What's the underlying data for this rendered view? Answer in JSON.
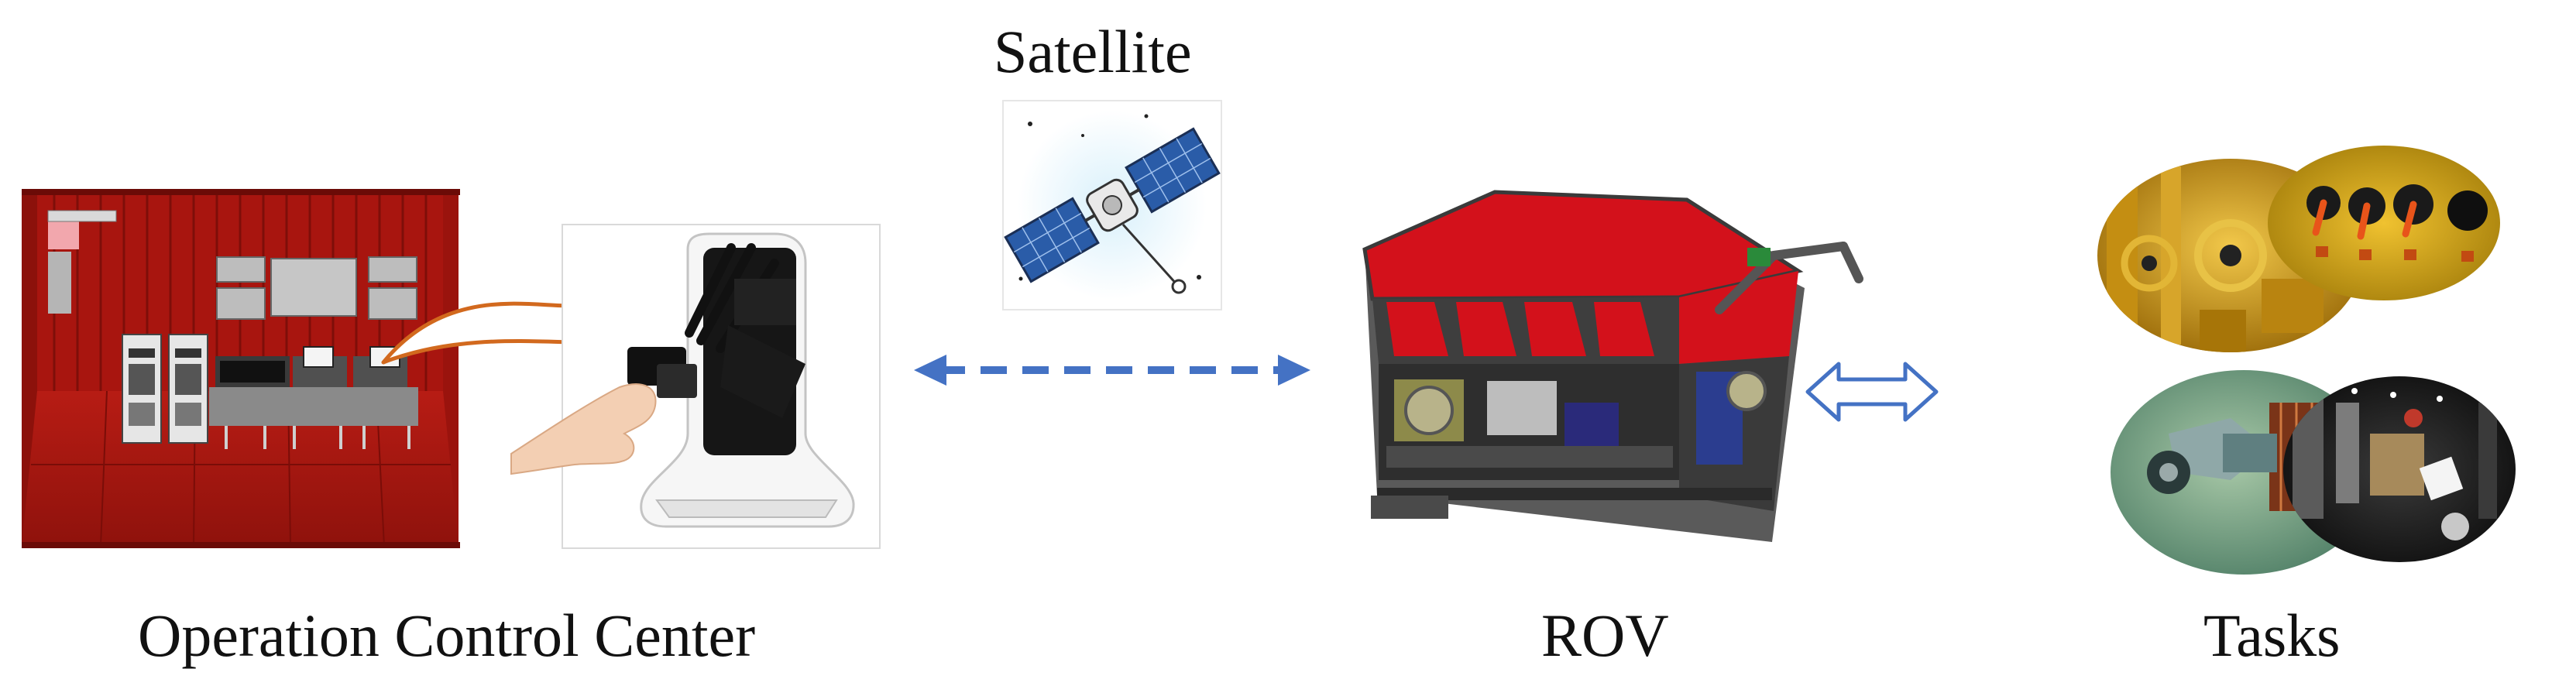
{
  "labels": {
    "satellite": "Satellite",
    "operation_control_center": "Operation Control Center",
    "rov": "ROV",
    "tasks": "Tasks"
  },
  "colors": {
    "link_arrow": "#4472c4",
    "container_red": "#a8150f",
    "rov_red": "#d3111b",
    "rov_frame": "#4a4a4a",
    "flow_arrow_orange": "#d2691e",
    "task_yellow": "#e0a81a"
  },
  "icons": {
    "satellite": "satellite-icon",
    "control_room": "control-room-illustration",
    "haptic_device": "haptic-controller-illustration",
    "rov": "rov-vehicle-illustration",
    "tasks": [
      "valve-panel-photo",
      "valve-board-photo",
      "seabed-manipulator-photo",
      "equipment-rack-photo"
    ]
  }
}
